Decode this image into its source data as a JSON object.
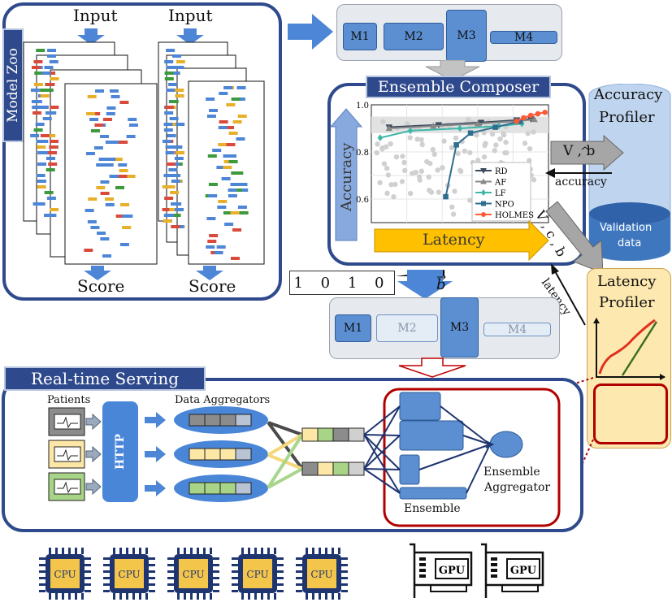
{
  "model_zoo": {
    "title": "Model Zoo",
    "input_labels": [
      "Input",
      "Input"
    ],
    "score_labels": [
      "Score",
      "Score"
    ]
  },
  "models_top": [
    "M1",
    "M2",
    "M3",
    "M4"
  ],
  "models_selected": [
    "M1",
    "M2",
    "M3",
    "M4"
  ],
  "bitvector": "1 0 1 0",
  "b_vector": "b",
  "ensemble_composer": {
    "title": "Ensemble Composer",
    "accuracy_axis": "Accuracy",
    "latency_axis": "Latency"
  },
  "accuracy_profiler": {
    "title_line1": "Accuracy",
    "title_line2": "Profiler",
    "validation_line1": "Validation",
    "validation_line2": "data"
  },
  "latency_profiler": {
    "title_line1": "Latency",
    "title_line2": "Profiler"
  },
  "arrows": {
    "v_b": "V , b",
    "accuracy": "accuracy",
    "v_c_b": "V , c , b",
    "latency": "latency"
  },
  "serving": {
    "title": "Real-time Serving",
    "patients": "Patients",
    "http": "HTTP",
    "data_aggregators": "Data Aggregators",
    "ensemble": "Ensemble",
    "ensemble_aggregator_line1": "Ensemble",
    "ensemble_aggregator_line2": "Aggregator"
  },
  "hardware": {
    "cpu_label": "CPU",
    "gpu_label": "GPU",
    "cpu_count": 5,
    "gpu_count": 2
  },
  "chart_data": {
    "type": "scatter",
    "ylim": [
      0.5,
      1.0
    ],
    "yticks": [
      "0.6",
      "0.8",
      "1.0"
    ],
    "legend": [
      "RD",
      "AF",
      "LF",
      "NPO",
      "HOLMES"
    ],
    "colors": {
      "RD": "#3b4a5e",
      "AF": "#888888",
      "LF": "#3fb7a8",
      "NPO": "#2f6d8f",
      "HOLMES": "#ff5a36",
      "background_points": "#d0d0d0"
    },
    "series": [
      {
        "name": "RD",
        "x": [
          0.1,
          0.38,
          0.62,
          0.82,
          0.9
        ],
        "y": [
          0.905,
          0.915,
          0.925,
          0.935,
          0.94
        ]
      },
      {
        "name": "AF",
        "x": [
          0.1,
          0.35,
          0.6,
          0.82,
          0.92
        ],
        "y": [
          0.9,
          0.91,
          0.92,
          0.93,
          0.938
        ]
      },
      {
        "name": "LF",
        "x": [
          0.05,
          0.22,
          0.5,
          0.72,
          0.85
        ],
        "y": [
          0.86,
          0.89,
          0.9,
          0.91,
          0.92
        ]
      },
      {
        "name": "NPO",
        "x": [
          0.42,
          0.48,
          0.56,
          0.7,
          0.84
        ],
        "y": [
          0.61,
          0.83,
          0.88,
          0.905,
          0.93
        ]
      },
      {
        "name": "HOLMES",
        "x": [
          0.82,
          0.86,
          0.9,
          0.94,
          0.98
        ],
        "y": [
          0.93,
          0.945,
          0.955,
          0.962,
          0.968
        ]
      }
    ]
  }
}
